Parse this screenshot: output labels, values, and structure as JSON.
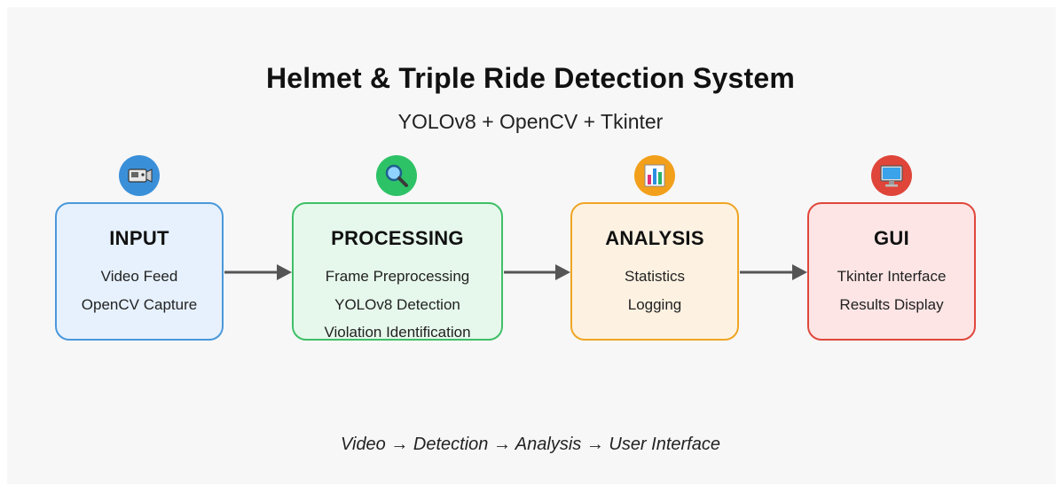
{
  "title": "Helmet & Triple Ride Detection System",
  "subtitle": "YOLOv8 + OpenCV + Tkinter",
  "footer": "Video → Detection → Analysis → User Interface",
  "colors": {
    "input": "#4a98db",
    "processing": "#3fbf66",
    "analysis": "#f0a524",
    "gui": "#e0473c",
    "arrow": "#555555"
  },
  "stages": {
    "input": {
      "title": "INPUT",
      "icon": "video-camera-icon",
      "lines": [
        "Video Feed",
        "OpenCV Capture"
      ]
    },
    "processing": {
      "title": "PROCESSING",
      "icon": "magnifier-icon",
      "lines": [
        "Frame Preprocessing",
        "YOLOv8 Detection",
        "Violation Identification"
      ]
    },
    "analysis": {
      "title": "ANALYSIS",
      "icon": "bar-chart-icon",
      "lines": [
        "Statistics",
        "Logging"
      ]
    },
    "gui": {
      "title": "GUI",
      "icon": "desktop-monitor-icon",
      "lines": [
        "Tkinter Interface",
        "Results Display"
      ]
    }
  }
}
